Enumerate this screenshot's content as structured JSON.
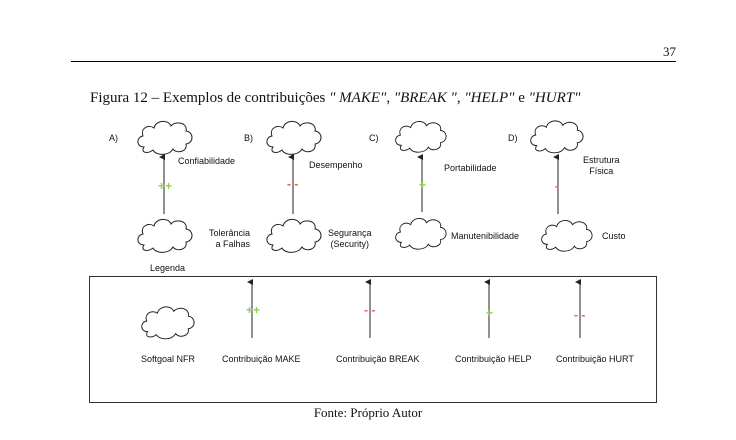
{
  "page_number": "37",
  "caption": {
    "prefix": "Figura 12 – Exemplos de contribuições ",
    "q1": "\" MAKE\"",
    "sep1": ", ",
    "q2": "\"BREAK \"",
    "sep2": ", ",
    "q3": "\"HELP\"",
    "sep3": " e ",
    "q4": "\"HURT\""
  },
  "panels": [
    {
      "letter": "A)",
      "target": "Confiabilidade",
      "source": "Tolerância\na Falhas",
      "symbol": "++",
      "color": "#8fd14f"
    },
    {
      "letter": "B)",
      "target": "Desempenho",
      "source": "Segurança\n(Security)",
      "symbol": "- -",
      "color": "#e8584e"
    },
    {
      "letter": "C)",
      "target": "Portabilidade",
      "source": "Manutenibilidade",
      "symbol": "+",
      "color": "#8fd14f"
    },
    {
      "letter": "D)",
      "target": "Estrutura\nFísica",
      "source": "Custo",
      "symbol": "-",
      "color": "#e8584e"
    }
  ],
  "legend": {
    "title": "Legenda",
    "items": [
      {
        "label": "Softgoal NFR"
      },
      {
        "label": "Contribuição MAKE",
        "symbol": "++",
        "color": "#8fd14f"
      },
      {
        "label": "Contribuição BREAK",
        "symbol": "- -",
        "color": "#e8584e"
      },
      {
        "label": "Contribuição HELP",
        "symbol": "+",
        "color": "#8fd14f"
      },
      {
        "label": "Contribuição HURT",
        "symbol": "- -",
        "color": "#e8584e"
      }
    ]
  },
  "source_note": "Fonte: Próprio Autor"
}
